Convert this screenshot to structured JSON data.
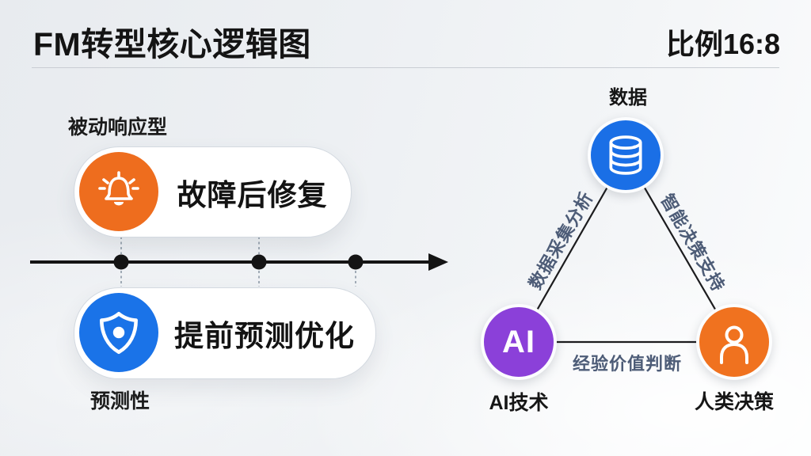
{
  "header": {
    "title": "FM转型核心逻辑图",
    "ratio_label": "比例16:8"
  },
  "timeline": {
    "passive_label": "被动响应型",
    "predictive_label": "预测性",
    "repair_pill": {
      "label": "故障后修复",
      "icon": "alarm-bell-icon",
      "circle_color": "#ee6d1e"
    },
    "optimize_pill": {
      "label": "提前预测优化",
      "icon": "shield-icon",
      "circle_color": "#1a73e8"
    }
  },
  "triangle": {
    "data_node": {
      "label": "数据",
      "icon": "database-icon",
      "circle_color": "#1a6fe6"
    },
    "ai_node": {
      "label": "AI技术",
      "badge_text": "AI",
      "circle_color": "#8b40d9"
    },
    "human_node": {
      "label": "人类决策",
      "icon": "person-icon",
      "circle_color": "#f0721f"
    },
    "edge_data_ai": "数据采集分析",
    "edge_data_human": "智能决策支持",
    "edge_ai_human": "经验价值判断"
  },
  "colors": {
    "accent_orange": "#ee6d1e",
    "accent_blue": "#1a73e8",
    "accent_purple": "#8b40d9",
    "node_blue": "#1a6fe6",
    "line_black": "#161616",
    "edge_label_gray": "#4d5c77",
    "background_light": "#eef1f4"
  }
}
